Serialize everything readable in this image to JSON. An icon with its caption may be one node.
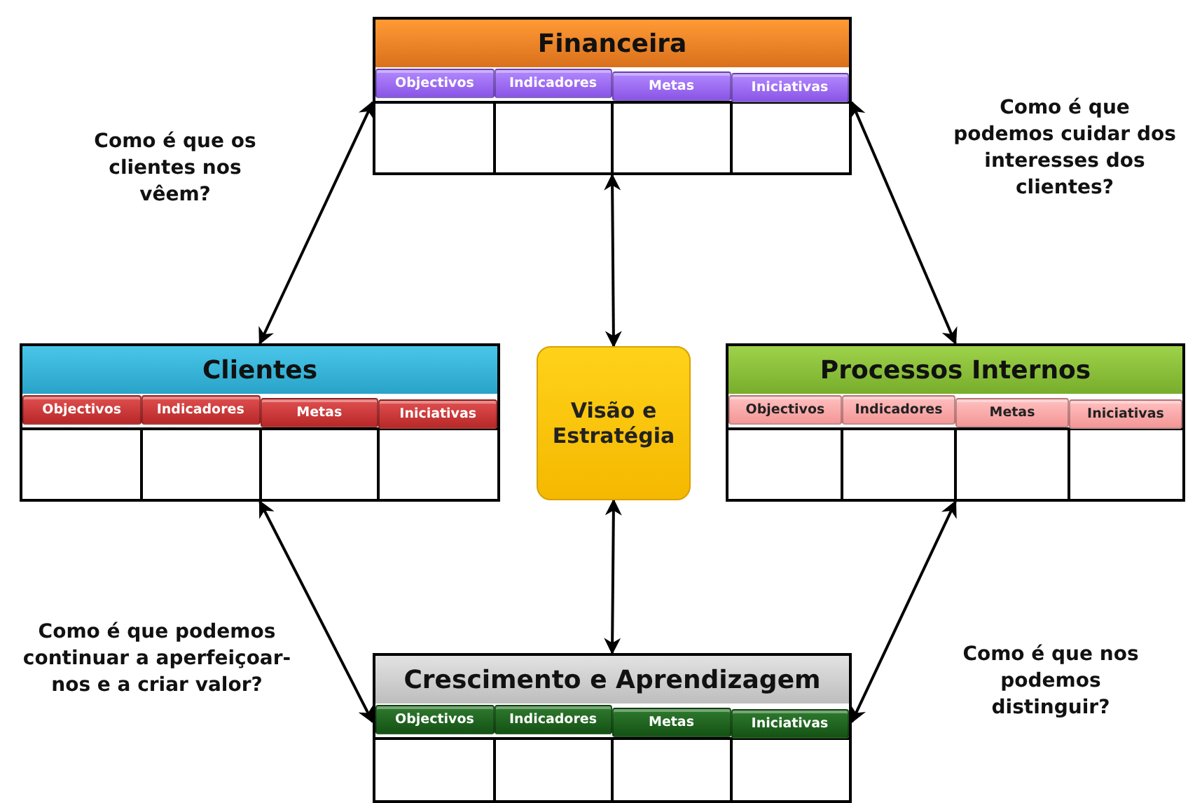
{
  "diagram": {
    "nodes": [
      {
        "text": [
          "Financeira"
        ]
      },
      {
        "text": [
          "Objectivos"
        ],
        "in": 0
      },
      {
        "text": [
          "Indicadores"
        ],
        "in": 0
      },
      {
        "text": [
          "Metas"
        ],
        "in": 0
      },
      {
        "text": [
          "Iniciativas"
        ],
        "in": 0
      },
      {
        "text": [
          "Clientes"
        ]
      },
      {
        "text": [
          "Objectivos"
        ],
        "in": 5
      },
      {
        "text": [
          "Indicadores"
        ],
        "in": 5
      },
      {
        "text": [
          "Metas"
        ],
        "in": 5
      },
      {
        "text": [
          "Iniciativas"
        ],
        "in": 5
      },
      {
        "text": [
          "Visão e Estratégia"
        ]
      },
      {
        "text": [
          "Processos Internos"
        ]
      },
      {
        "text": [
          "Objectivos"
        ],
        "in": 11
      },
      {
        "text": [
          "Indicadores"
        ],
        "in": 11
      },
      {
        "text": [
          "Metas"
        ],
        "in": 11
      },
      {
        "text": [
          "Iniciativas"
        ],
        "in": 11
      },
      {
        "text": [
          "Crescimento e Aprendizagem"
        ]
      },
      {
        "text": [
          "Objectivos"
        ],
        "in": 16
      },
      {
        "text": [
          "Indicadores"
        ],
        "in": 16
      },
      {
        "text": [
          "Metas"
        ],
        "in": 16
      },
      {
        "text": [
          "Iniciativas"
        ],
        "in": 16
      }
    ],
    "edges": [
      {
        "from": 10,
        "to": 0,
        "arrow": "both"
      },
      {
        "from": 10,
        "to": 16,
        "arrow": "both"
      },
      {
        "from": 5,
        "to": 0,
        "arrow": "both"
      },
      {
        "from": 0,
        "to": 11,
        "arrow": "both"
      },
      {
        "from": 5,
        "to": 16,
        "arrow": "both"
      },
      {
        "from": 11,
        "to": 16,
        "arrow": "both"
      }
    ],
    "labels": [
      "Como é que os clientes nos vêem?",
      "Como é que podemos cuidar dos interesses dos clientes?",
      "Como é que podemos continuar a aperfeiçoar-nos e a criar valor?",
      "Como é que nos podemos distinguir?"
    ]
  }
}
